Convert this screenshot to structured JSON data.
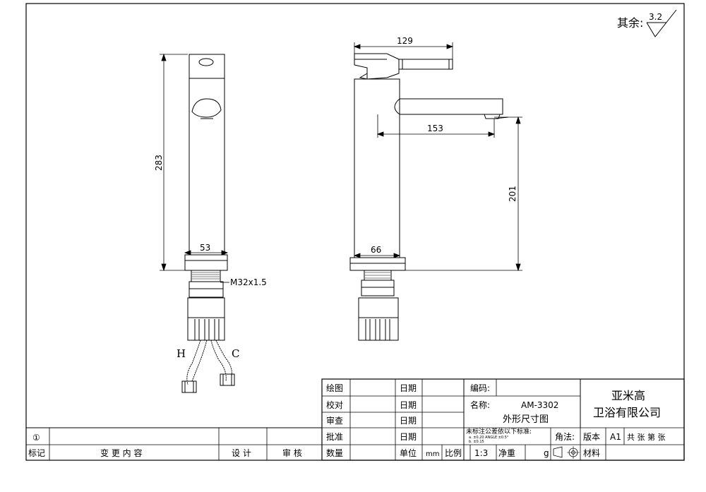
{
  "roughness": {
    "label": "其余:",
    "value": "3.2"
  },
  "dimensions": {
    "height_total": "283",
    "base_width_front": "53",
    "thread": "M32x1.5",
    "handle_length": "129",
    "spout_reach": "153",
    "spout_height": "201",
    "base_width_side": "66"
  },
  "hose_labels": {
    "hot": "H",
    "cold": "C"
  },
  "title_block": {
    "drawn": "绘图",
    "checked": "校对",
    "reviewed": "审查",
    "approved": "批准",
    "date": "日期",
    "code_label": "编码:",
    "name_label": "名称:",
    "model": "AM-3302",
    "drawing_title": "外形尺寸图",
    "company_line1": "亚米高",
    "company_line2": "卫浴有限公司",
    "tolerance_note": "未标注公差依以下标准:",
    "tolerance_values": "a.    ±0.20  ANGLE ±0.5°",
    "tolerance_values2": "b.    ±0.15",
    "angle_label": "角法:",
    "version_label": "版本",
    "version": "A1",
    "sheets": "共  张 第  张",
    "revision_no": "①",
    "mark": "标记",
    "change_content": "变 更 内 容",
    "design": "设 计",
    "audit": "审 核",
    "quantity": "数量",
    "unit_label": "单位",
    "unit": "mm",
    "scale_label": "比例",
    "scale": "1:3",
    "net_weight": "净重",
    "weight_unit": "g",
    "material": "材料"
  }
}
